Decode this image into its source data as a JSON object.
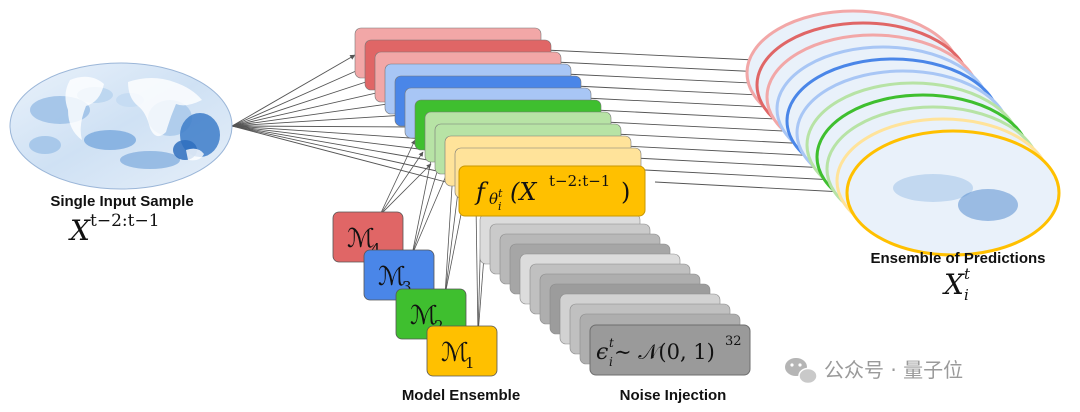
{
  "captions": {
    "input_title": "Single Input Sample",
    "input_var": "X",
    "input_sup": "t−2:t−1",
    "ensemble_label": "Model Ensemble",
    "noise_label": "Noise Injection",
    "predictions_title": "Ensemble of Predictions",
    "pred_var": "X",
    "pred_sup": "t",
    "pred_sub": "i"
  },
  "models": [
    {
      "symbol": "ℳ",
      "index": "4",
      "color": "#e06666"
    },
    {
      "symbol": "ℳ",
      "index": "3",
      "color": "#4a86e8"
    },
    {
      "symbol": "ℳ",
      "index": "2",
      "color": "#3fbf2f"
    },
    {
      "symbol": "ℳ",
      "index": "1",
      "color": "#ffc000"
    }
  ],
  "function_box": {
    "f": "f",
    "theta": "θ",
    "theta_sub": "i",
    "theta_sup": "t",
    "arg_open": "(X",
    "arg_sup": "t−2:t−1",
    "arg_close": ")"
  },
  "noise_box": {
    "eps": "ϵ",
    "eps_sup": "t",
    "eps_sub": "i",
    "rest": " ∼ 𝒩(0, 1)",
    "power": "32"
  },
  "colors": {
    "red": "#e06666",
    "red_light": "#f2a7a7",
    "blue": "#4a86e8",
    "blue_light": "#a8c6f5",
    "green": "#3fbf2f",
    "green_light": "#b7e3a5",
    "yellow": "#ffc000",
    "yellow_light": "#ffe39a",
    "gray": "#8f8f8f",
    "gray_light": "#e6e6e6",
    "arrow": "#555555"
  },
  "watermark": {
    "icon": "wechat-icon",
    "text": "公众号 · 量子位"
  }
}
